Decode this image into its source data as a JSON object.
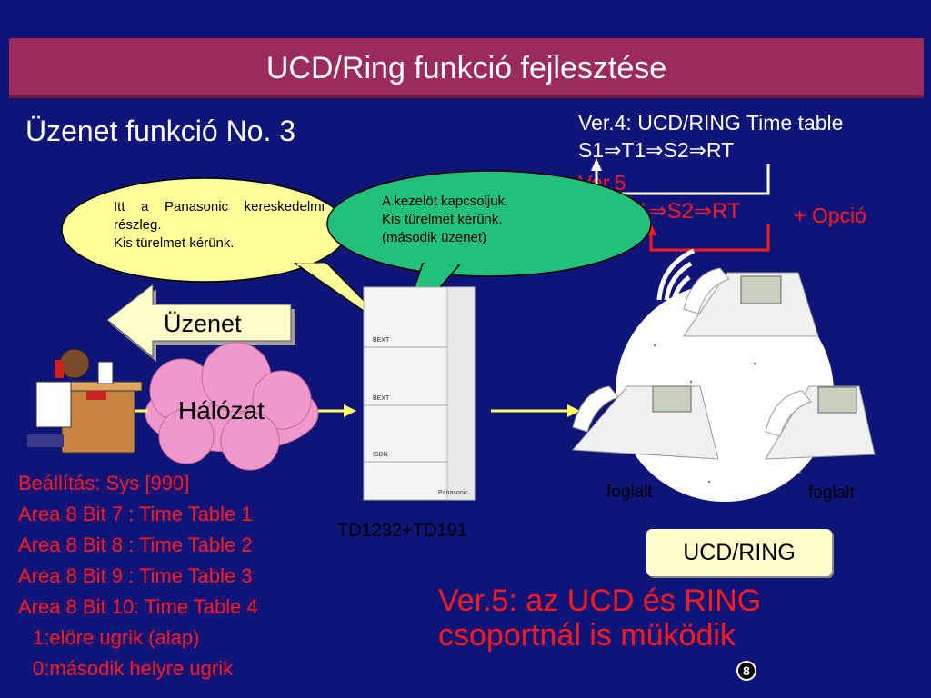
{
  "title": "UCD/Ring funkció fejlesztése",
  "subtitle": "Üzenet funkció No. 3",
  "ver4": {
    "line1": "Ver.4: UCD/RING Time table",
    "line2": "S1⇒T1⇒S2⇒RT"
  },
  "ver5": {
    "label": "Ver.5",
    "sequence": "S1⇒T1⇒S2⇒RT",
    "option": "+ Opció"
  },
  "bubble_yellow": {
    "line1": "Itt a Panasonic kereskedelmi részleg.",
    "line2": "Kis türelmet kérünk."
  },
  "bubble_green": {
    "line1": "A  kezelöt kapcsoljuk.",
    "line2": "Kis türelmet kérünk.",
    "line3": "(második üzenet)"
  },
  "arrow_label": "Üzenet",
  "network_label": "Hálózat",
  "settings": {
    "line1": "Beállítás: Sys [990]",
    "line2": "Area 8 Bit 7  : Time Table 1",
    "line3": "Area 8 Bit 8  : Time Table 2",
    "line4": "Area 8 Bit 9  : Time Table 3",
    "line5": "Area 8 Bit 10: Time Table 4",
    "line6": "1:elöre ugrik (alap)",
    "line7": "0:második helyre ugrik"
  },
  "pbx_label": "TD1232+TD191",
  "busy1": "foglalt",
  "busy2": "foglalt",
  "ucd_ring": "UCD/RING",
  "bottom_note": {
    "line1": "Ver.5: az UCD és RING",
    "line2": "csoportnál is müködik"
  },
  "page_number": "8",
  "colors": {
    "background": "#0f1578",
    "title_bar": "#9c2a5a",
    "accent_red": "#ff1a1a",
    "bubble_yellow": "#ffff99",
    "bubble_green": "#22c07a",
    "network_cloud": "#ee99cc"
  }
}
